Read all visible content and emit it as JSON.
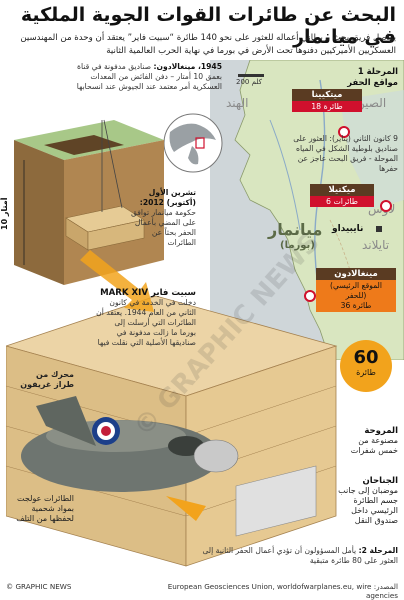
{
  "title": "البحث عن طائرات القوات الجوية الملكية في ميانمار",
  "intro": "يواصل فريق بحث بريطاني أعماله للعثور على نحو 140 طائرة “سبيت فاير” يعتقد أن وحدة من المهندسين العسكريين الأميركيين دفنوها تحت الأرض في بورما في نهاية الحرب العالمية الثانية",
  "phase1": {
    "title": "المرحلة 1",
    "subtitle": "مواقع الحفر"
  },
  "scale_label": "200 كلم",
  "map": {
    "india": "الهند",
    "china": "الصين",
    "laos": "لاوس",
    "thailand": "تايلاند",
    "country_name": "ميانمار",
    "country_alt": "(بورما)",
    "capital": "نايبيداو"
  },
  "sites": {
    "myitkyina": {
      "name": "ميتكيينا",
      "count": "18 طائرة"
    },
    "meiktila": {
      "name": "ميكتيلا",
      "count": "6 طائرات"
    },
    "mingaladon": {
      "name": "مينغالادون",
      "sub": "(الموقع الرئيسي للحفر)",
      "count": "36 طائرة"
    }
  },
  "jan_note": "9 كانون الثاني (يناير): العثور على صناديق بلوطية الشكل في المياه الموحلة - فريق البحث عاجز عن حفرها",
  "total": {
    "number": "60",
    "unit": "طائرة"
  },
  "note_1945": {
    "year": "1945، مينغالادون:",
    "text": "صناديق مدفونة في قناة بعمق 10 أمتار – دفن الفائض من المعدات العسكرية أمر معتمد عند الجيوش عند انسحابها"
  },
  "depth": "10 أمتار",
  "oct_2012": {
    "title": "تشرين الأول (أكتوبر) 2012:",
    "text": "حكومة ميانمار توافق على المضي بأعمال الحفر بحثاً عن الطائرات"
  },
  "spitfire": {
    "title": "سبيت فاير MARK XIV",
    "text": "دخلت في الخدمة في كانون الثاني من العام 1944. يعتقد أن الطائرات التي أرسلت إلى بورما ما زالت مدفونة في صناديقها الأصلية التي نقلت فيها"
  },
  "engine": "محرك من طراز غريفون",
  "propeller": {
    "title": "المروحة",
    "text": "مصنوعة من خمس شفرات"
  },
  "wings": {
    "title": "الجناحان",
    "text": "موضبان إلى جانب جسم الطائرة الرئيسي داخل صندوق النقل"
  },
  "aircraft_note": "الطائرات عولجت بمواد شحمية لحفظها من التلف",
  "phase2": {
    "title": "المرحلة 2:",
    "text": "يأمل المسؤولون أن تؤدي أعمال الحفر الثانية إلى العثور على 80 طائرة متبقية"
  },
  "footer": {
    "credit": "© GRAPHIC NEWS",
    "source": "المصدر: European Geosciences Union, worldofwarplanes.eu, wire agencies"
  },
  "watermark": "© GRAPHIC NEWS",
  "colors": {
    "accent_red": "#d0102d",
    "accent_orange": "#ee7a1a",
    "site_label": "#5a3b22",
    "map_green": "#d9e6c0",
    "wood": "#e3c797"
  }
}
